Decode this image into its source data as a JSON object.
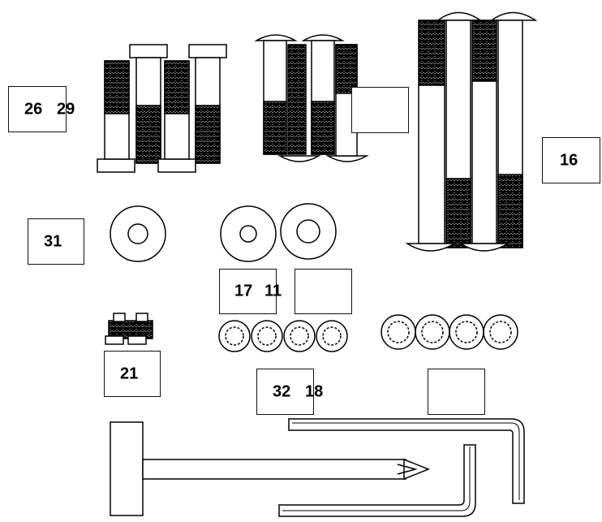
{
  "diagram": {
    "background": "#ffffff",
    "ink": "#000000",
    "parts": [
      {
        "name": "hex-bolt",
        "count": 4
      },
      {
        "name": "round-head-bolt",
        "count": 3
      },
      {
        "name": "carriage-bolt",
        "count": 2
      },
      {
        "name": "flat-washer",
        "count": 3
      },
      {
        "name": "small-parts",
        "count": 1
      },
      {
        "name": "nut",
        "count": 8
      },
      {
        "name": "hex-key",
        "count": 2
      },
      {
        "name": "t-handle-wrench",
        "count": 1
      }
    ],
    "labels": {
      "box_26_29": {
        "a": "26",
        "b": "29"
      },
      "box_bolts_mid": {
        "a": ""
      },
      "box_16": {
        "a": "16"
      },
      "box_31": {
        "a": "31"
      },
      "box_17_11": {
        "a": "17",
        "b": "11"
      },
      "box_washer_right": {
        "a": ""
      },
      "box_21": {
        "a": "21"
      },
      "box_32_18": {
        "a": "32",
        "b": "18"
      },
      "box_nuts_right": {
        "a": ""
      }
    }
  }
}
